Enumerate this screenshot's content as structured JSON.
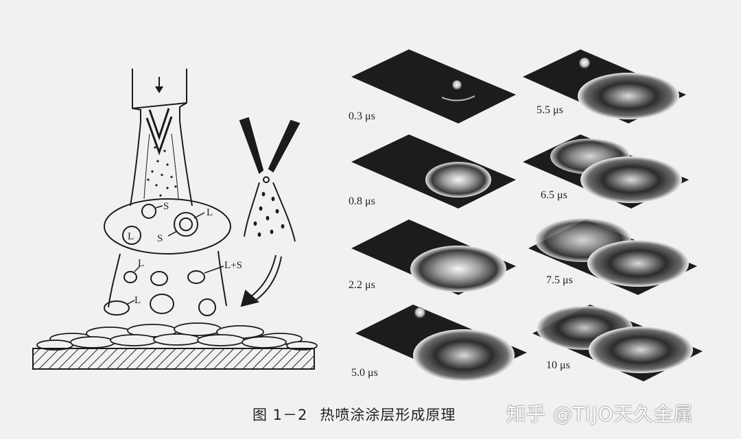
{
  "labels": {
    "S": "S",
    "L": "L",
    "LS": "L+S"
  },
  "frames": [
    {
      "time": "0.3 μs"
    },
    {
      "time": "5.5 μs"
    },
    {
      "time": "0.8 μs"
    },
    {
      "time": "6.5 μs"
    },
    {
      "time": "2.2 μs"
    },
    {
      "time": "7.5 μs"
    },
    {
      "time": "5.0 μs"
    },
    {
      "time": "10 μs"
    }
  ],
  "caption": {
    "figure_no": "图 1－2",
    "title": "热喷涂涂层形成原理"
  },
  "watermark": "知乎 @TIJO天久金属"
}
